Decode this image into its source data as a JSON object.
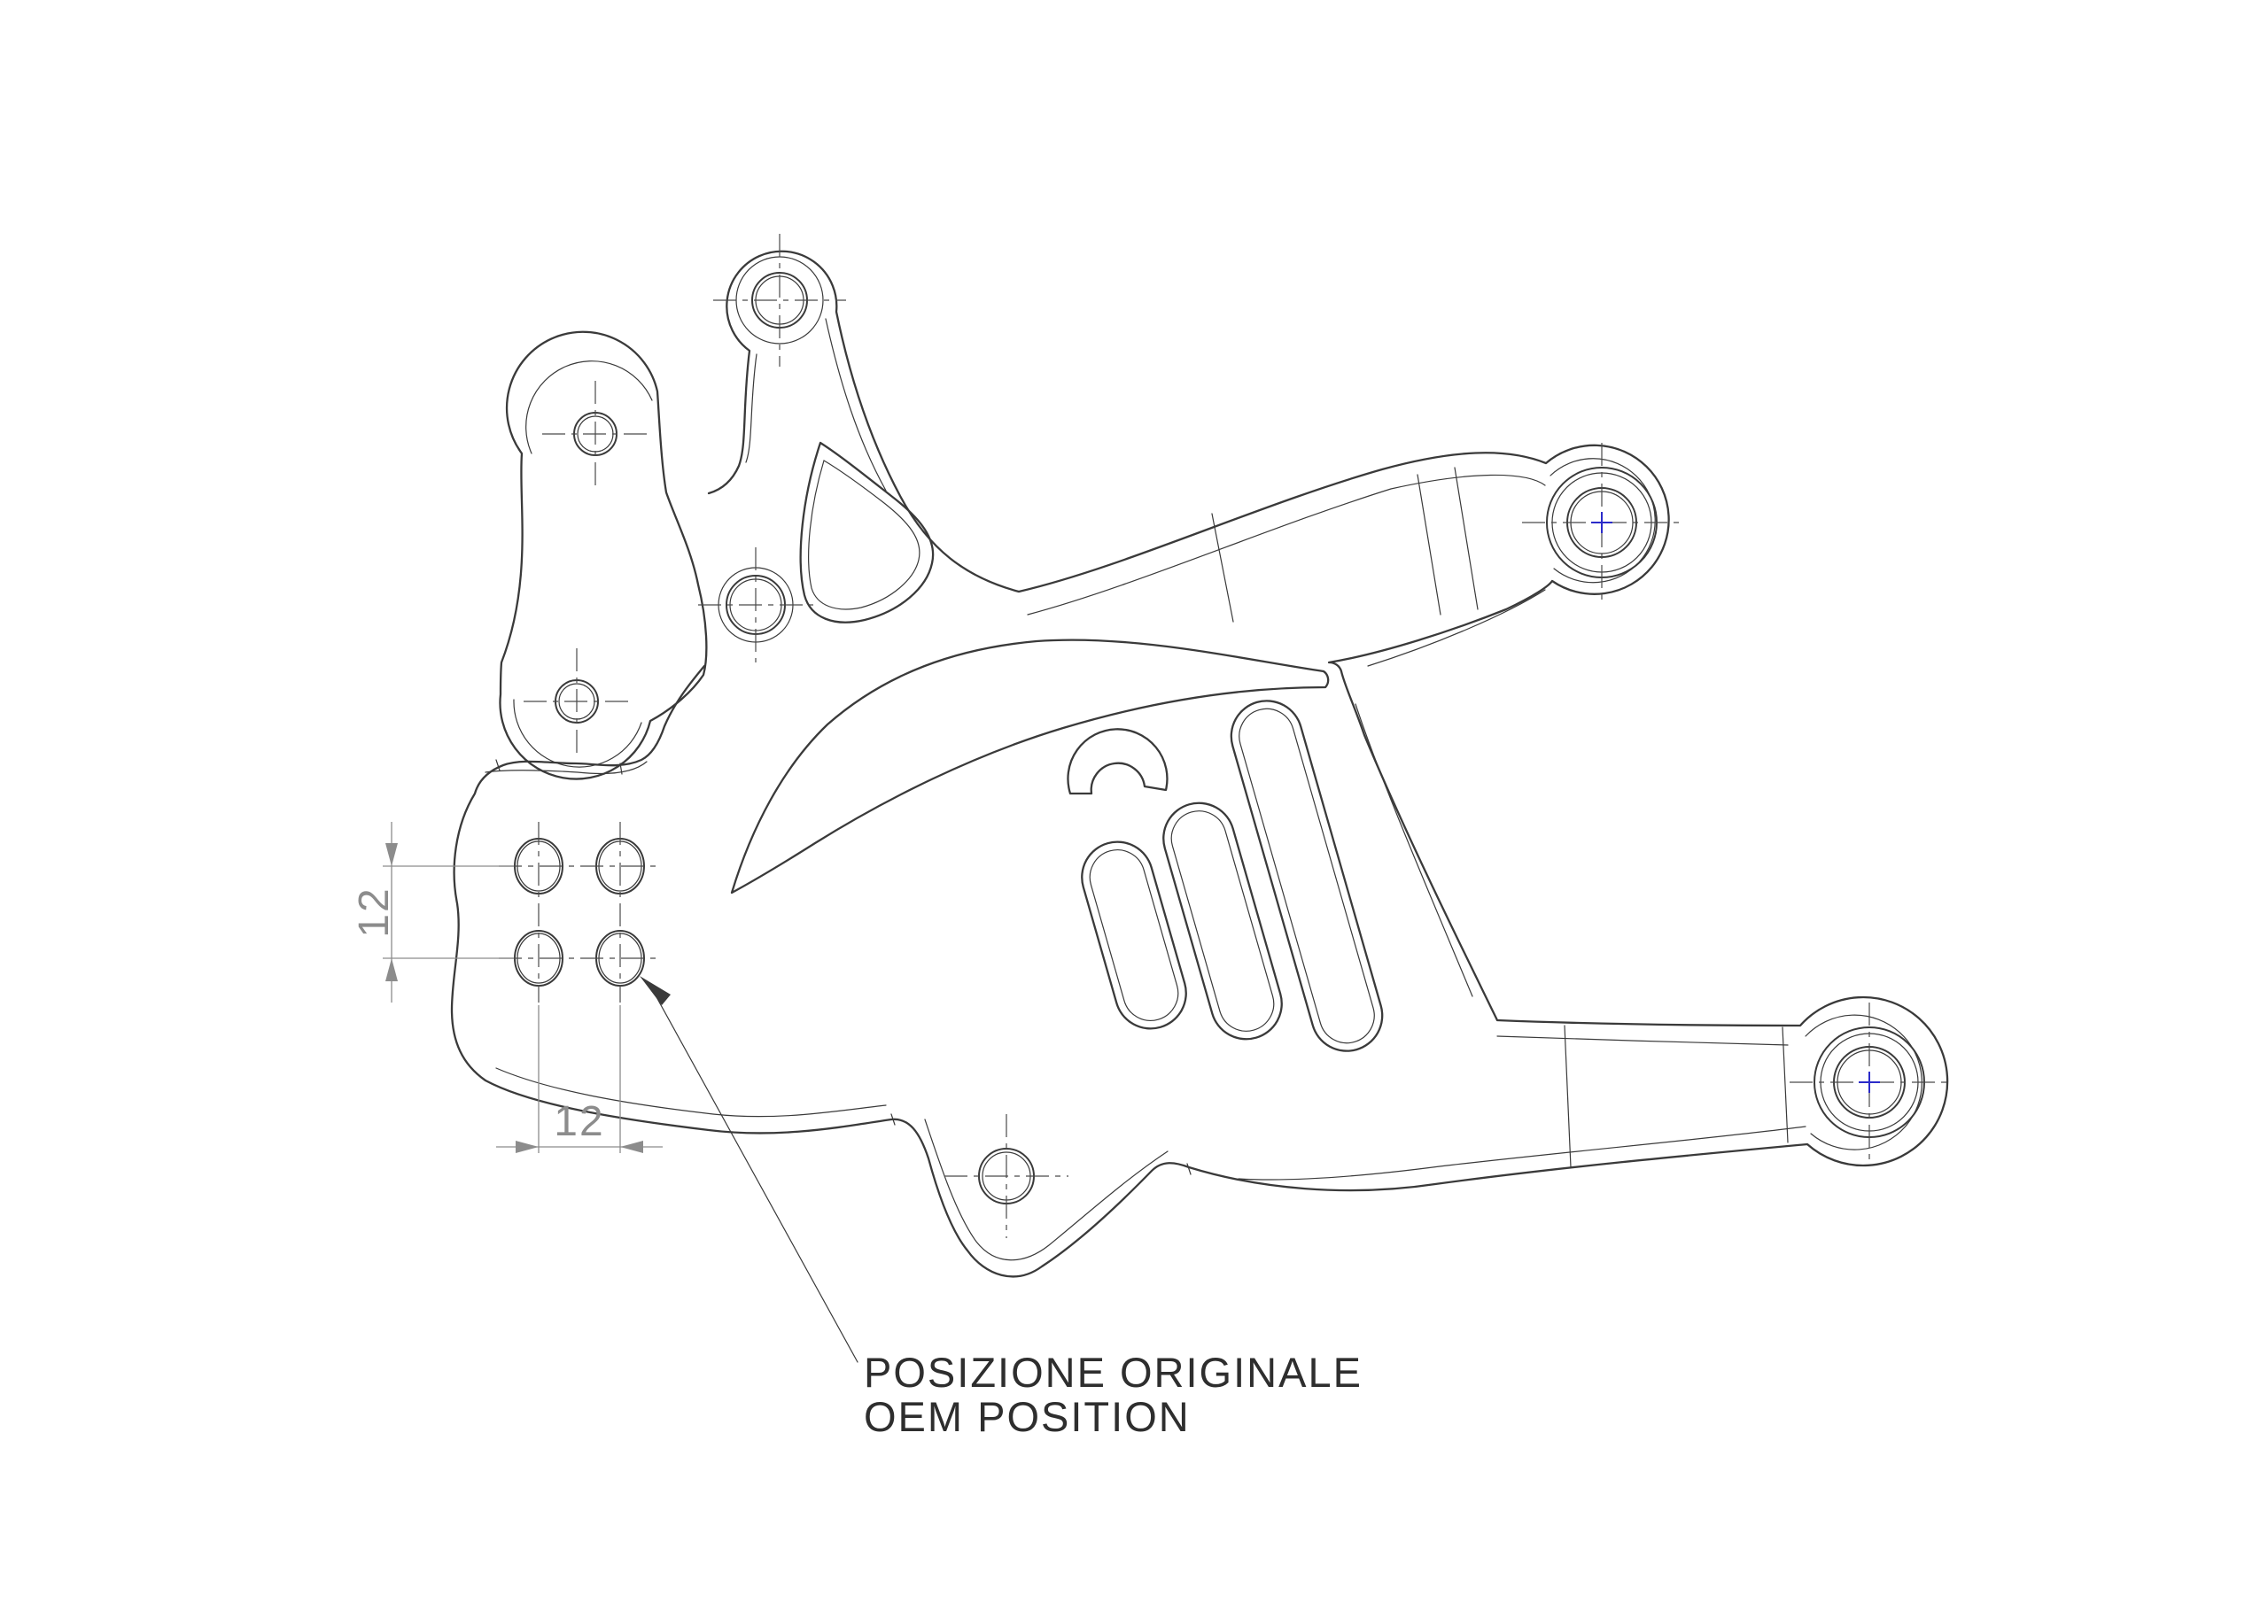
{
  "drawing": {
    "type": "cad-technical-drawing",
    "part": "motorcycle rearset mounting bracket (line drawing, isometric projection)",
    "dimensions": {
      "vertical": "12",
      "horizontal": "12"
    },
    "note": {
      "line1": "POSIZIONE ORIGINALE",
      "line2": "OEM POSITION"
    },
    "colors": {
      "edge": "#3a3a3a",
      "dim": "#8c8c8c",
      "note_text": "#2e2e2e",
      "center_mark": "#2b2bc9",
      "background": "#ffffff"
    }
  }
}
